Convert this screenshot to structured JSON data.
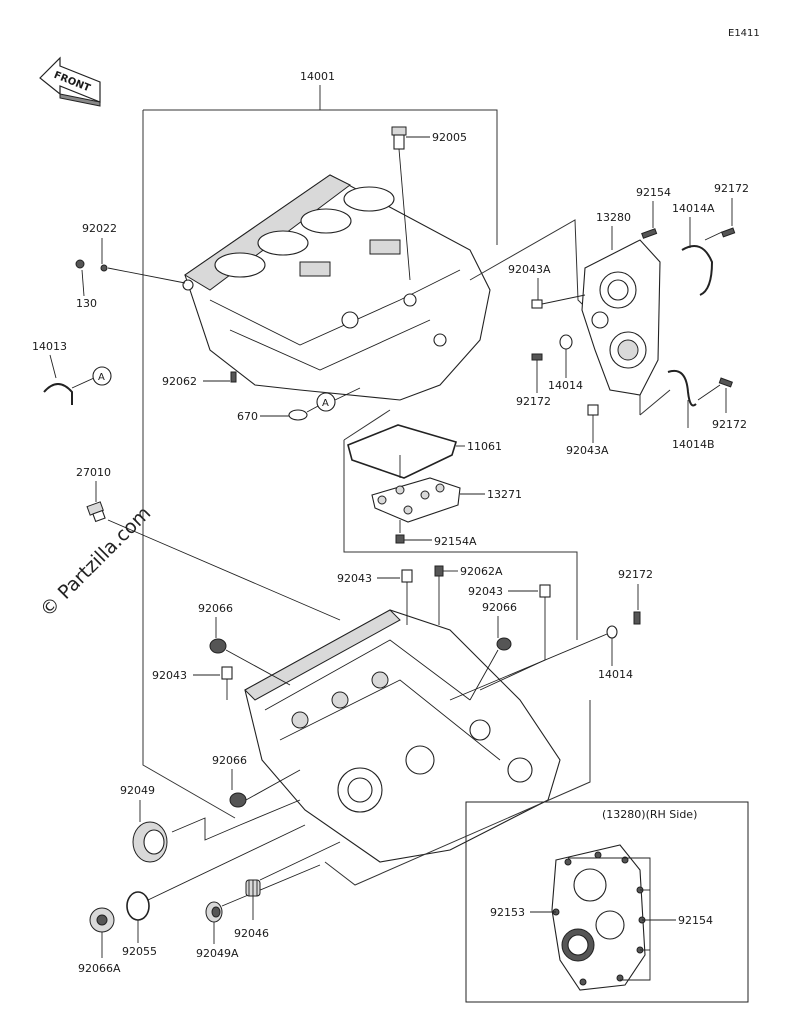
{
  "diagram_code": "E1411",
  "watermark": "© Partzilla.com",
  "front_label": "FRONT",
  "callout_letter": "A",
  "inset_title": "(13280)(RH Side)",
  "parts": {
    "p14001": "14001",
    "p92005": "92005",
    "p92022": "92022",
    "p130": "130",
    "p14013": "14013",
    "p92062": "92062",
    "p670": "670",
    "p27010": "27010",
    "p13280": "13280",
    "p92154_top": "92154",
    "p92172_top": "92172",
    "p14014A": "14014A",
    "p92043A_1": "92043A",
    "p92172_mid": "92172",
    "p14014_mid": "14014",
    "p92043A_2": "92043A",
    "p14014B": "14014B",
    "p92172_right": "92172",
    "p11061": "11061",
    "p13271": "13271",
    "p92154A": "92154A",
    "p92043_top": "92043",
    "p92062A": "92062A",
    "p92043_right": "92043",
    "p92066_right": "92066",
    "p92172_low": "92172",
    "p14014_low": "14014",
    "p92066_left": "92066",
    "p92043_left": "92043",
    "p92066_mid": "92066",
    "p92049": "92049",
    "p92055": "92055",
    "p92066A": "92066A",
    "p92049A": "92049A",
    "p92046": "92046",
    "p92153": "92153",
    "p92154_inset": "92154"
  }
}
